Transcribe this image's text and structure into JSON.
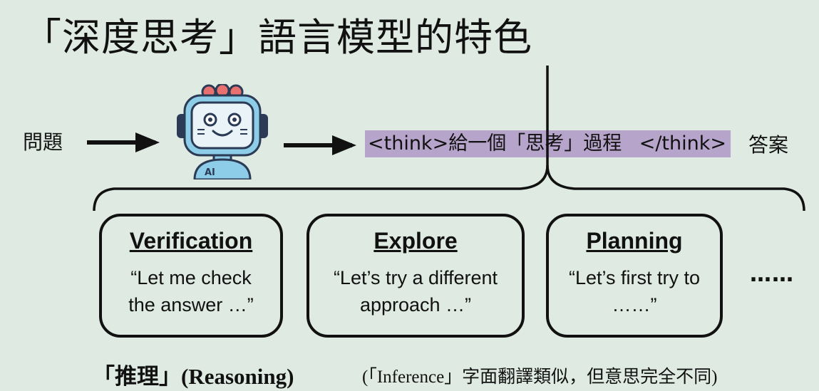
{
  "title": "「深度思考」語言模型的特色",
  "flow": {
    "question": "問題",
    "think_open": "<think>給一個「思考」過程",
    "think_close": "</think>",
    "answer": "答案",
    "robot_badge": "AI"
  },
  "cards": [
    {
      "title": "Verification",
      "body_line1": "“Let me check",
      "body_line2": "the answer …”"
    },
    {
      "title": "Explore",
      "body_line1": "“Let’s try a different",
      "body_line2": "approach …”"
    },
    {
      "title": "Planning",
      "body_line1": "“Let’s first try to",
      "body_line2": "……”"
    }
  ],
  "more": "……",
  "footer": {
    "reasoning": "「推理」(Reasoning)",
    "note": "(「Inference」字面翻譯類似，但意思完全不同)"
  },
  "colors": {
    "background": "#deeae2",
    "think_highlight": "#b6a4cb",
    "robot_body": "#8ecde8",
    "robot_dark": "#2b3b56",
    "robot_accent": "#e8716f"
  }
}
